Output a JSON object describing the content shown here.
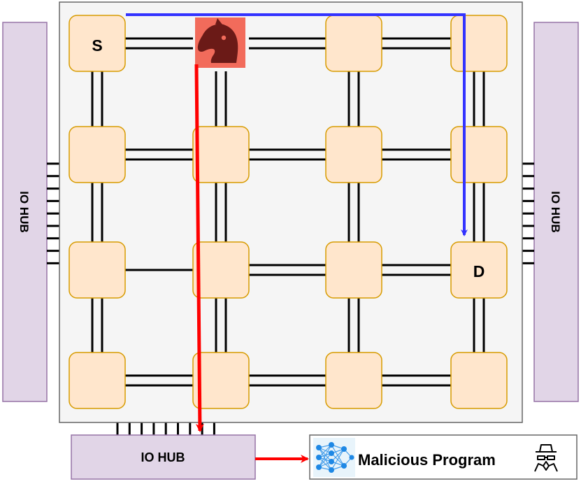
{
  "io_hubs": {
    "left": "IO HUB",
    "right": "IO HUB",
    "bottom": "IO HUB"
  },
  "nodes": {
    "source_label": "S",
    "destination_label": "D"
  },
  "malicious_box": {
    "label": "Malicious Program",
    "left_icon": "neural-network-icon",
    "right_icon": "hacker-spy-icon"
  },
  "colors": {
    "router_fill": "#ffe6cc",
    "router_stroke": "#d79b00",
    "chip_fill": "#f5f5f5",
    "chip_stroke": "#666666",
    "hub_fill": "#e1d5e7",
    "hub_stroke": "#9673a6",
    "benign_path": "#3333ff",
    "attack_path": "#ff0000",
    "trojan_fill": "#f26b5b",
    "trojan_icon": "#6b1a17"
  },
  "trojan_icon": "trojan-horse-icon"
}
